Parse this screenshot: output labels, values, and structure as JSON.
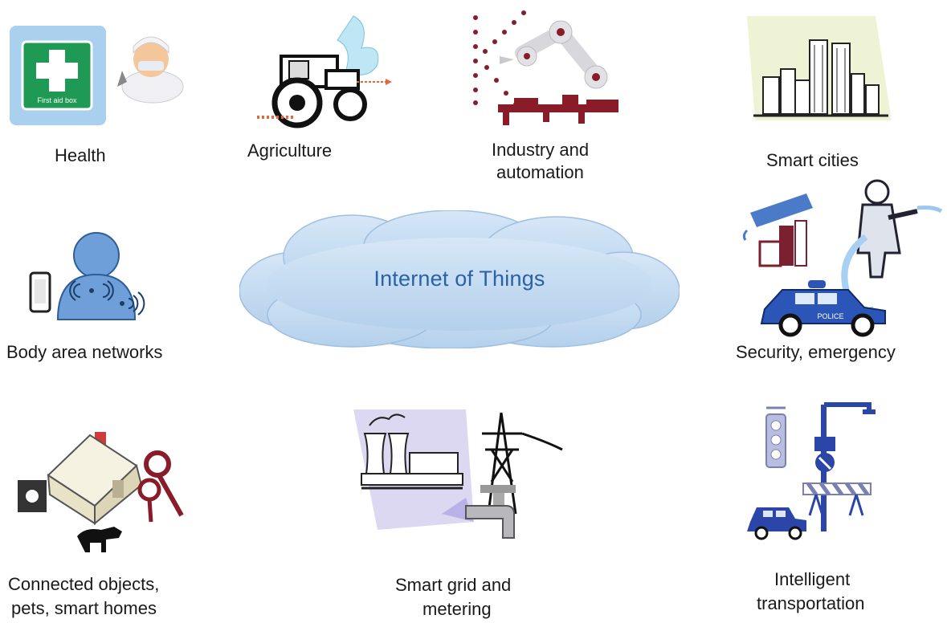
{
  "diagram": {
    "center_label": "Internet of Things",
    "first_aid_sign_text": "First aid box",
    "police_car_text": "POLICE",
    "nodes": [
      {
        "id": "health",
        "label": "Health",
        "icon": "first-aid-doctor-icon"
      },
      {
        "id": "agriculture",
        "label": "Agriculture",
        "icon": "tractor-icon"
      },
      {
        "id": "industry",
        "label_line1": "Industry and",
        "label_line2": "automation",
        "icon": "robot-arm-icon"
      },
      {
        "id": "smart-cities",
        "label": "Smart cities",
        "icon": "city-skyline-icon"
      },
      {
        "id": "body-area-networks",
        "label": "Body area networks",
        "icon": "wireless-person-icon"
      },
      {
        "id": "security",
        "label": "Security, emergency",
        "icon": "firefighter-police-icon"
      },
      {
        "id": "connected-objects",
        "label_line1": "Connected objects,",
        "label_line2": "pets, smart homes",
        "icon": "smart-home-icon"
      },
      {
        "id": "smart-grid",
        "label_line1": "Smart grid and",
        "label_line2": "metering",
        "icon": "power-plant-tap-icon"
      },
      {
        "id": "transportation",
        "label_line1": "Intelligent",
        "label_line2": "transportation",
        "icon": "traffic-light-car-icon"
      }
    ]
  }
}
